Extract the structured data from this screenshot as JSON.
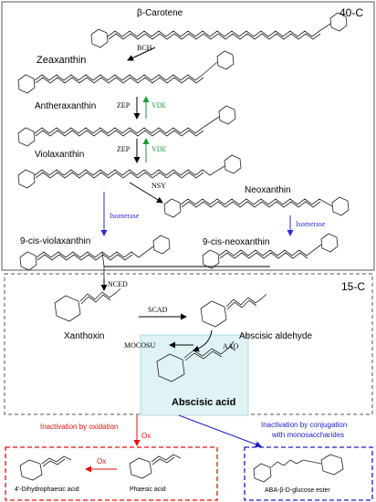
{
  "stage_labels": {
    "stage_40c": "40-C",
    "stage_15c": "15-C"
  },
  "compounds": {
    "beta_carotene": "β-Carotene",
    "zeaxanthin": "Zeaxanthin",
    "antheraxanthin": "Antheraxanthin",
    "violaxanthin": "Violaxanthin",
    "neoxanthin": "Neoxanthin",
    "cis_violaxanthin": "9-cis-violaxanthin",
    "cis_neoxanthin": "9-cis-neoxanthin",
    "xanthoxin": "Xanthoxin",
    "abscisic_aldehyde": "Abscisic aldehyde",
    "abscisic_acid": "Abscisic acid",
    "dihydrophaseic_acid": "4'-Dihydrophaesic acid",
    "phaseic_acid": "Phaesic acid",
    "aba_glucose_ester": "ABA-β-D-glucose ester"
  },
  "enzymes": {
    "bch": "BCH",
    "zep_1": "ZEP",
    "vde_1": "VDE",
    "zep_2": "ZEP",
    "vde_2": "VDE",
    "nsy": "NSY",
    "isomerase_1": "Isomerase",
    "isomerase_2": "Isomerase",
    "nced": "NCED",
    "scad": "SCAD",
    "mocosu": "MOCOSU",
    "aao": "AAO",
    "ox_1": "Ox",
    "ox_2": "Ox"
  },
  "pathways": {
    "oxidation": "Inactivation by oxidation",
    "conjugation_line1": "Inactivation by conjugation",
    "conjugation_line2": "with monosaccharides"
  },
  "colors": {
    "enzyme_green": "#1a9a3a",
    "isomerase_blue": "#2b2bd6",
    "oxidation_red": "#e01010",
    "conjugation_blue": "#1c1cc8",
    "aba_highlight": "#dff3f5"
  }
}
